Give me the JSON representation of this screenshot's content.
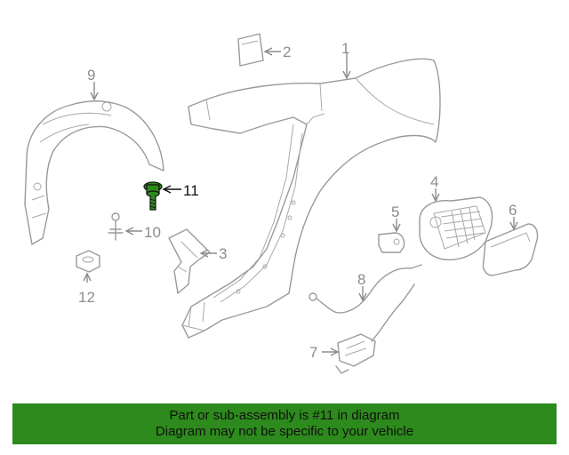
{
  "callouts": {
    "c1": "1",
    "c2": "2",
    "c3": "3",
    "c4": "4",
    "c5": "5",
    "c6": "6",
    "c7": "7",
    "c8": "8",
    "c9": "9",
    "c10": "10",
    "c11": "11",
    "c12": "12"
  },
  "highlighted_part": "11",
  "colors": {
    "highlight": "#2d8a1c",
    "line_art": "#9a9a9a",
    "banner_bg": "#2d8a1c"
  },
  "banner": {
    "line1": "Part or sub-assembly is #11 in diagram",
    "line2": "Diagram may not be specific to your vehicle"
  }
}
